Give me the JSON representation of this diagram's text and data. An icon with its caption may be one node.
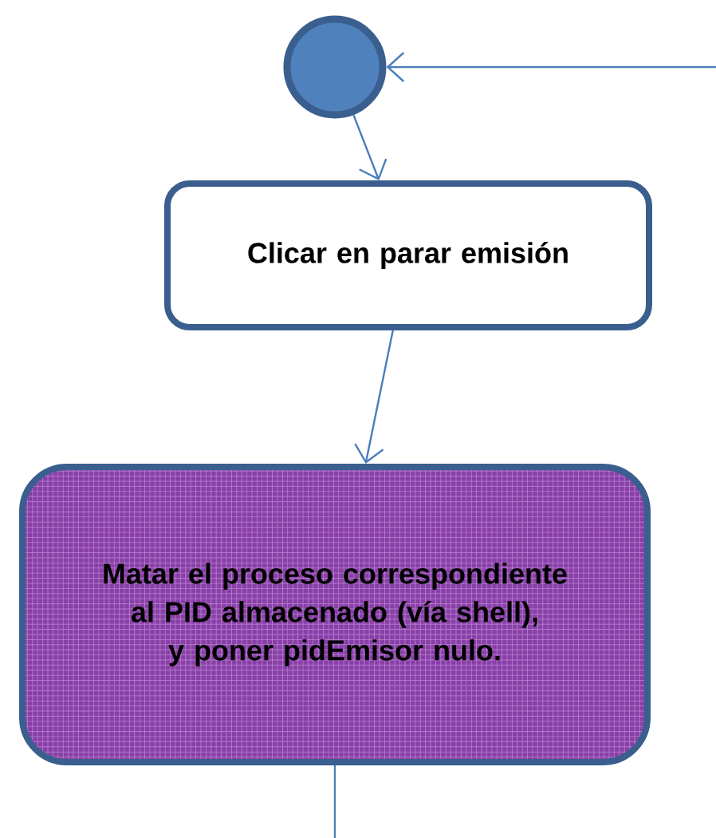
{
  "diagram": {
    "nodes": [
      {
        "text": [],
        "shape": "circle"
      },
      {
        "text": [
          "Clicar en parar emisión"
        ]
      },
      {
        "text": [
          "Matar el proceso correspondiente al PID almacenado (vía shell), y poner pidEmisor nulo."
        ]
      }
    ],
    "edges": [
      {
        "from": null,
        "to": 0,
        "arrow": "to"
      },
      {
        "from": 0,
        "to": 1,
        "arrow": "to"
      },
      {
        "from": 1,
        "to": 2,
        "arrow": "to"
      },
      {
        "from": 2,
        "to": null,
        "arrow": "none"
      }
    ]
  }
}
